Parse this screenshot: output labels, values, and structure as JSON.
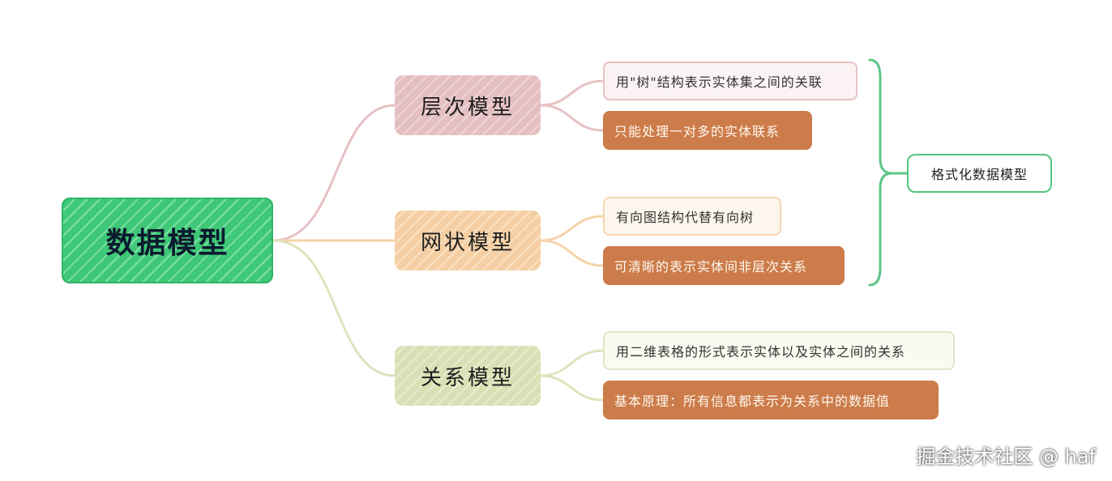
{
  "diagram": {
    "root": {
      "label": "数据模型"
    },
    "branches": [
      {
        "label": "层次模型",
        "color": "#e4bfc2",
        "items": [
          "用\"树\"结构表示实体集之间的关联",
          "只能处理一对多的实体联系"
        ]
      },
      {
        "label": "网状模型",
        "color": "#f5cfa3",
        "items": [
          "有向图结构代替有向树",
          "可清晰的表示实体间非层次关系"
        ]
      },
      {
        "label": "关系模型",
        "color": "#d8e0b5",
        "items": [
          "用二维表格的形式表示实体以及实体之间的关系",
          "基本原理：所有信息都表示为关系中的数据值"
        ]
      }
    ],
    "summary": {
      "label": "格式化数据模型",
      "covers": [
        "层次模型",
        "网状模型"
      ]
    },
    "colors": {
      "root": "#3fc877",
      "leaf_dark": "#cc7c4a",
      "summary_border": "#53c47f"
    }
  },
  "watermark": "掘金技术社区 @ haf"
}
